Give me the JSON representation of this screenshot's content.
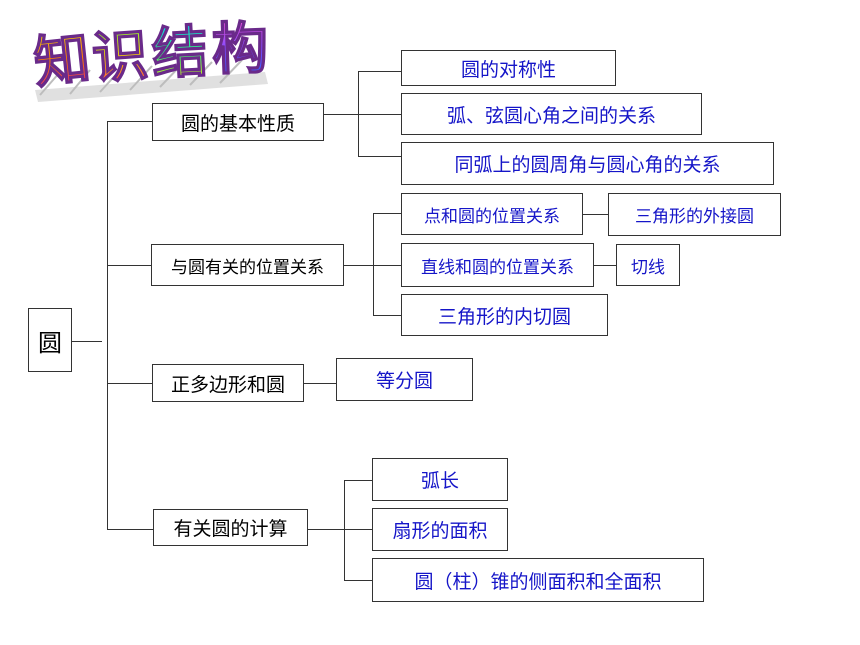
{
  "title": {
    "text": "知识结构",
    "chars": [
      "知",
      "识",
      "结",
      "构"
    ]
  },
  "root": {
    "label": "圆"
  },
  "branches": [
    {
      "label": "圆的基本性质",
      "children": [
        {
          "label": "圆的对称性"
        },
        {
          "label": "弧、弦圆心角之间的关系"
        },
        {
          "label": "同弧上的圆周角与圆心角的关系"
        }
      ]
    },
    {
      "label": "与圆有关的位置关系",
      "children": [
        {
          "label": "点和圆的位置关系",
          "next": "三角形的外接圆"
        },
        {
          "label": "直线和圆的位置关系",
          "next": "切线"
        },
        {
          "label": "三角形的内切圆"
        }
      ]
    },
    {
      "label": "正多边形和圆",
      "children": [
        {
          "label": "等分圆"
        }
      ]
    },
    {
      "label": "有关圆的计算",
      "children": [
        {
          "label": "弧长"
        },
        {
          "label": "扇形的面积"
        },
        {
          "label": "圆（柱）锥的侧面积和全面积"
        }
      ]
    }
  ],
  "colors": {
    "branch_text": "#000000",
    "leaf_text": "#1515c8",
    "border": "#333333"
  }
}
